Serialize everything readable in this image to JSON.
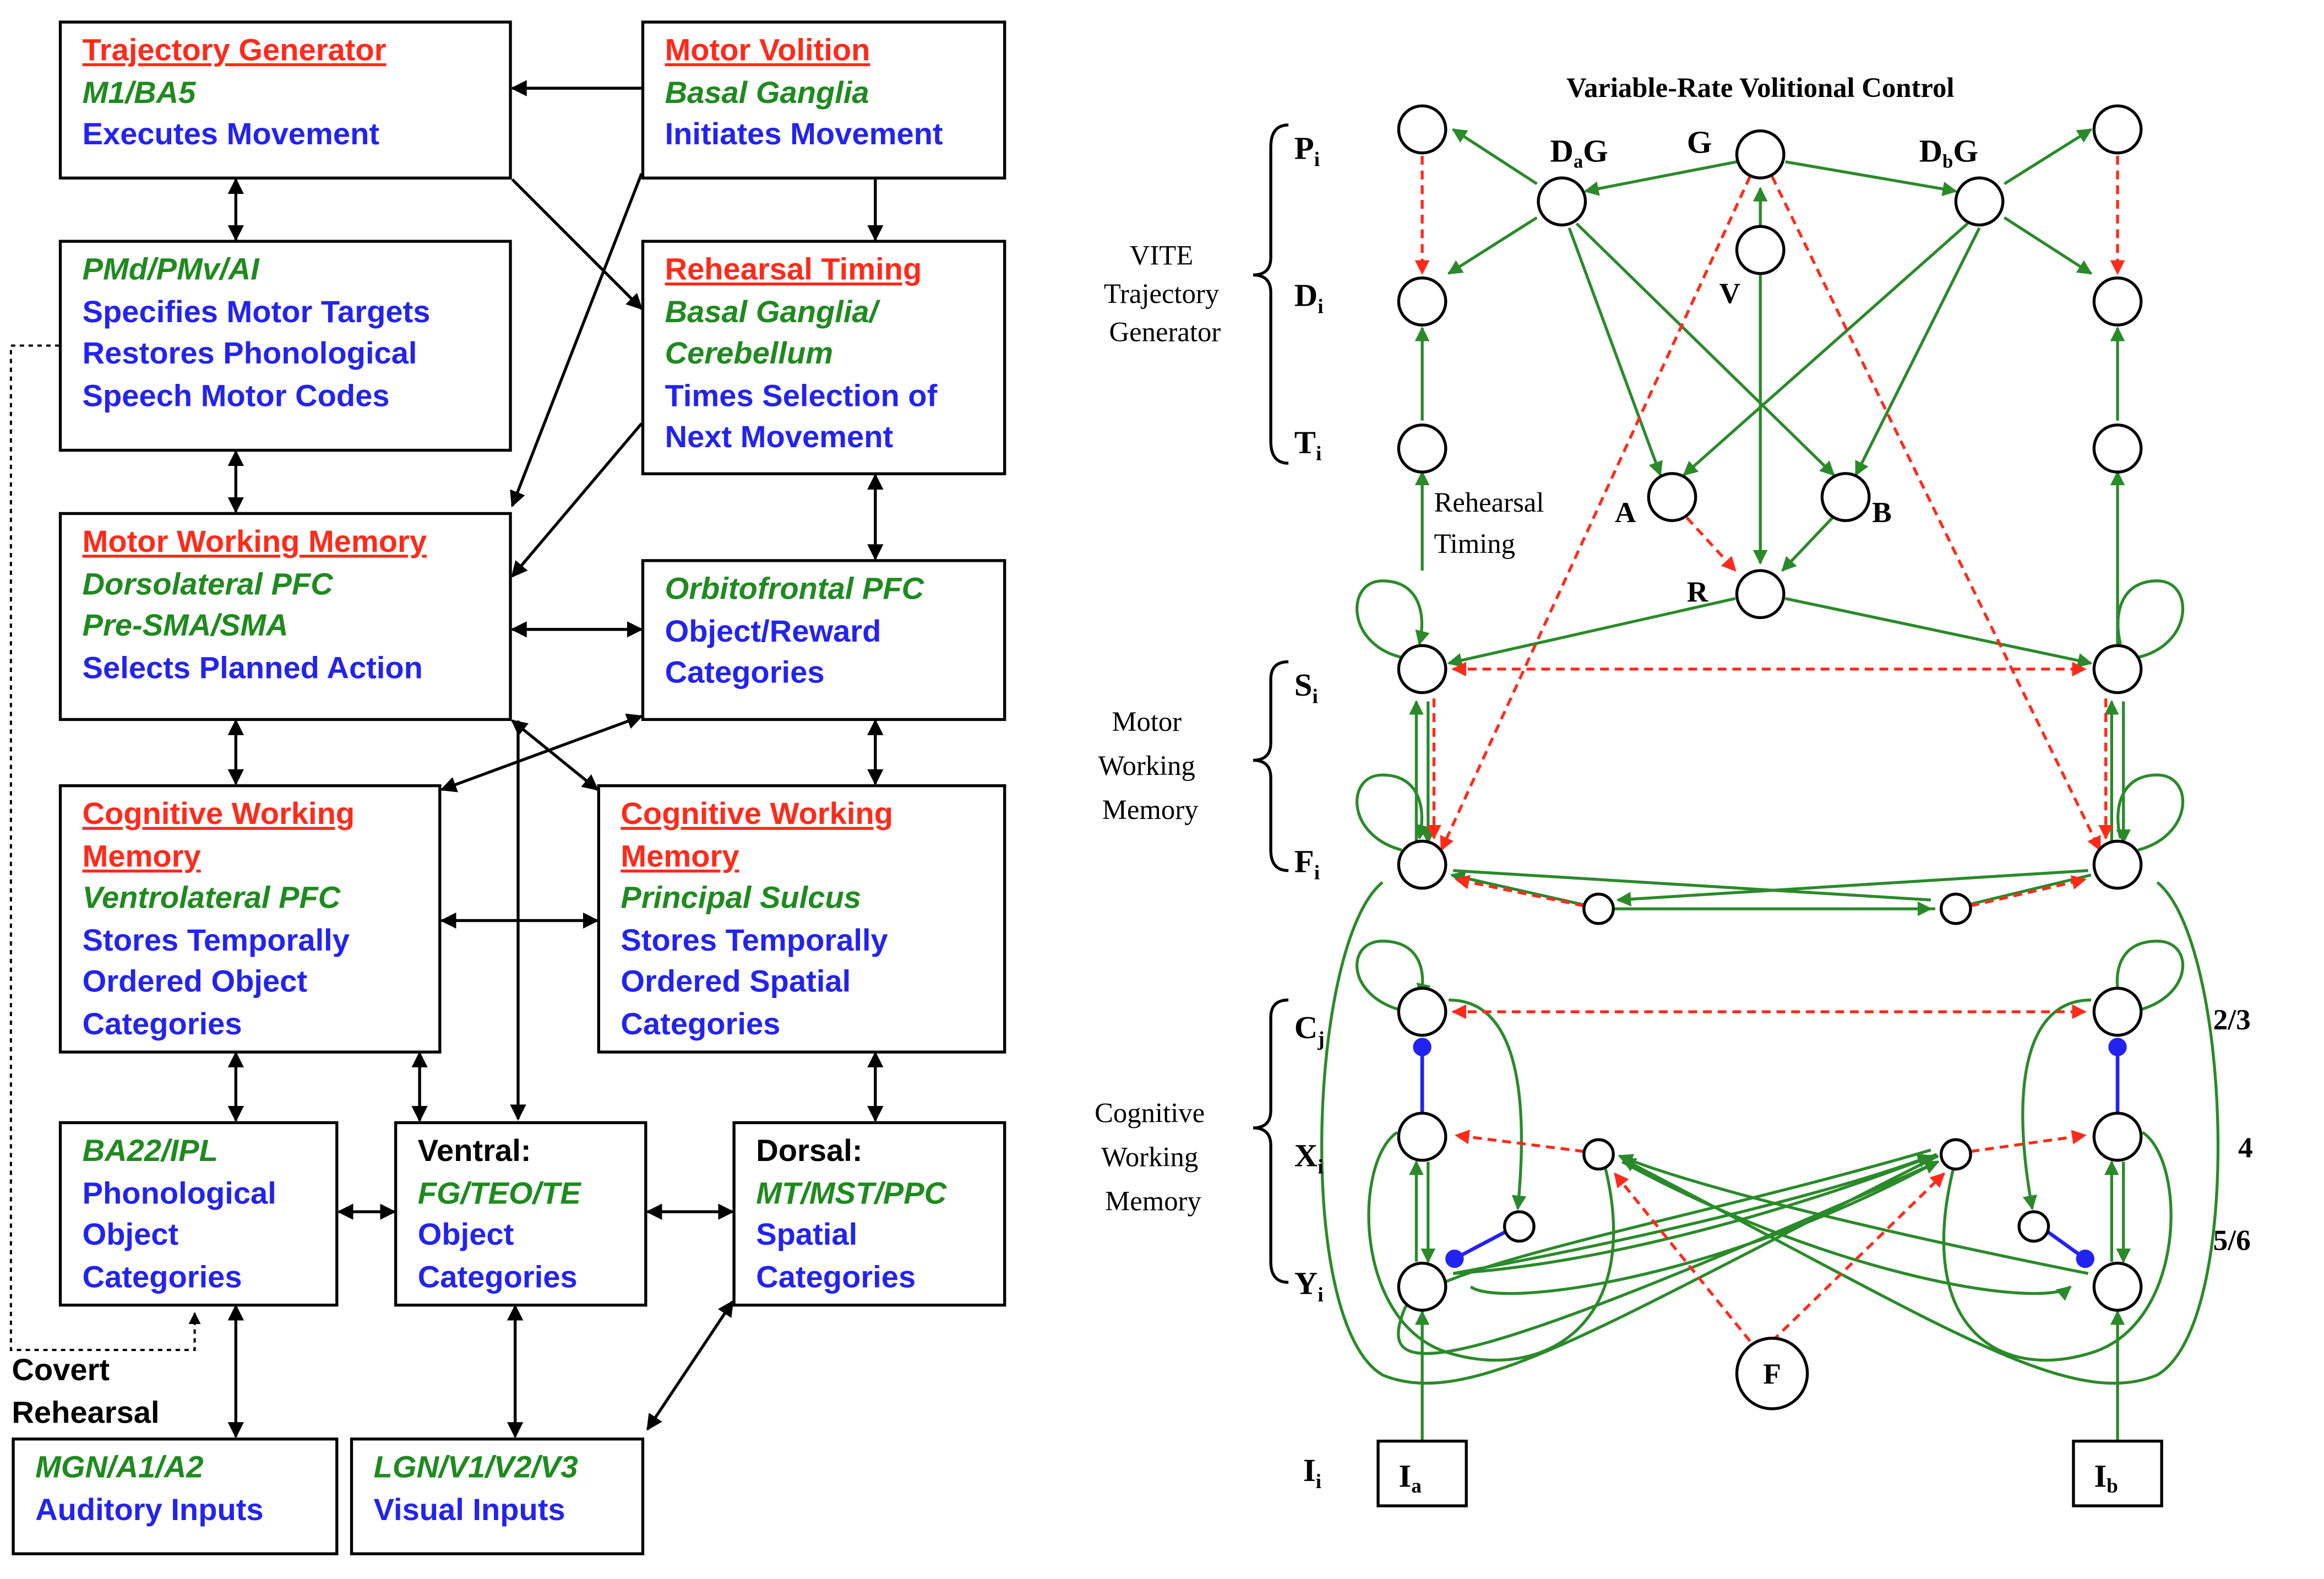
{
  "left": {
    "boxes": [
      {
        "id": "trajgen",
        "lines": [
          {
            "text": "Trajectory Generator",
            "color": "red"
          },
          {
            "text": "M1/BA5",
            "color": "green"
          },
          {
            "text": "Executes Movement",
            "color": "blue"
          }
        ]
      },
      {
        "id": "volition",
        "lines": [
          {
            "text": "Motor Volition",
            "color": "red"
          },
          {
            "text": "Basal Ganglia",
            "color": "green"
          },
          {
            "text": "Initiates Movement",
            "color": "blue"
          }
        ]
      },
      {
        "id": "pmd",
        "lines": [
          {
            "text": "PMd/PMv/AI",
            "color": "green"
          },
          {
            "text": "Specifies Motor Targets",
            "color": "blue"
          },
          {
            "text": "Restores Phonological",
            "color": "blue"
          },
          {
            "text": "Speech Motor Codes",
            "color": "blue"
          }
        ]
      },
      {
        "id": "timing",
        "lines": [
          {
            "text": "Rehearsal Timing",
            "color": "red"
          },
          {
            "text": "Basal Ganglia/",
            "color": "green"
          },
          {
            "text": "Cerebellum",
            "color": "green"
          },
          {
            "text": "Times Selection of",
            "color": "blue"
          },
          {
            "text": "Next Movement",
            "color": "blue"
          }
        ]
      },
      {
        "id": "motorwm",
        "lines": [
          {
            "text": "Motor Working Memory",
            "color": "red"
          },
          {
            "text": "Dorsolateral PFC",
            "color": "green"
          },
          {
            "text": "Pre-SMA/SMA",
            "color": "green"
          },
          {
            "text": "Selects Planned Action",
            "color": "blue"
          }
        ]
      },
      {
        "id": "orbito",
        "lines": [
          {
            "text": "Orbitofrontal PFC",
            "color": "green"
          },
          {
            "text": "Object/Reward",
            "color": "blue"
          },
          {
            "text": "Categories",
            "color": "blue"
          }
        ]
      },
      {
        "id": "cogwm1",
        "lines": [
          {
            "text": "Cognitive Working",
            "color": "red"
          },
          {
            "text": "Memory",
            "color": "red"
          },
          {
            "text": "Ventrolateral PFC",
            "color": "green"
          },
          {
            "text": "Stores Temporally",
            "color": "blue"
          },
          {
            "text": "Ordered Object",
            "color": "blue"
          },
          {
            "text": "Categories",
            "color": "blue"
          }
        ]
      },
      {
        "id": "cogwm2",
        "lines": [
          {
            "text": "Cognitive Working",
            "color": "red"
          },
          {
            "text": "Memory",
            "color": "red"
          },
          {
            "text": "Principal Sulcus",
            "color": "green"
          },
          {
            "text": "Stores Temporally",
            "color": "blue"
          },
          {
            "text": "Ordered Spatial",
            "color": "blue"
          },
          {
            "text": "Categories",
            "color": "blue"
          }
        ]
      },
      {
        "id": "ba22",
        "lines": [
          {
            "text": "BA22/IPL",
            "color": "green"
          },
          {
            "text": "Phonological",
            "color": "blue"
          },
          {
            "text": "Object",
            "color": "blue"
          },
          {
            "text": "Categories",
            "color": "blue"
          }
        ]
      },
      {
        "id": "ventral",
        "lines": [
          {
            "text": "Ventral:",
            "color": "black"
          },
          {
            "text": "FG/TEO/TE",
            "color": "green"
          },
          {
            "text": "Object",
            "color": "blue"
          },
          {
            "text": "Categories",
            "color": "blue"
          }
        ]
      },
      {
        "id": "dorsal",
        "lines": [
          {
            "text": "Dorsal:",
            "color": "black"
          },
          {
            "text": "MT/MST/PPC",
            "color": "green"
          },
          {
            "text": "Spatial",
            "color": "blue"
          },
          {
            "text": "Categories",
            "color": "blue"
          }
        ]
      },
      {
        "id": "auditory",
        "lines": [
          {
            "text": "MGN/A1/A2",
            "color": "green"
          },
          {
            "text": "Auditory Inputs",
            "color": "blue"
          }
        ]
      },
      {
        "id": "visual",
        "lines": [
          {
            "text": "LGN/V1/V2/V3",
            "color": "green"
          },
          {
            "text": "Visual Inputs",
            "color": "blue"
          }
        ]
      }
    ],
    "covert": [
      "Covert",
      "Rehearsal"
    ]
  },
  "right": {
    "title": "Variable-Rate Volitional Control",
    "groups": [
      [
        "VITE",
        "Trajectory",
        "Generator"
      ],
      [
        "Motor",
        "Working",
        "Memory"
      ],
      [
        "Cognitive",
        "Working",
        "Memory"
      ]
    ],
    "row_labels": {
      "P": "i",
      "D": "i",
      "T": "i",
      "S": "i",
      "F": "i",
      "C": "j",
      "X": "i",
      "Y": "i",
      "I": "i"
    },
    "node_labels": {
      "DaG": [
        "D",
        "a",
        "G"
      ],
      "DbG": [
        "D",
        "b",
        "G"
      ],
      "G": "G",
      "V": "V",
      "A": "A",
      "B": "B",
      "R": "R",
      "F": "F"
    },
    "inputs": [
      [
        "I",
        "a"
      ],
      [
        "I",
        "b"
      ]
    ],
    "rehearsal": [
      "Rehearsal",
      "Timing"
    ],
    "layers": [
      "2/3",
      "4",
      "5/6"
    ]
  },
  "colors": {
    "excitatory": "#2a8a2a",
    "inhibitory": "#ff2a1a",
    "blue": "#2323f0",
    "title_red": "#ff2a1a",
    "area_green": "#1f8a1f",
    "function_blue": "#2323f0"
  }
}
